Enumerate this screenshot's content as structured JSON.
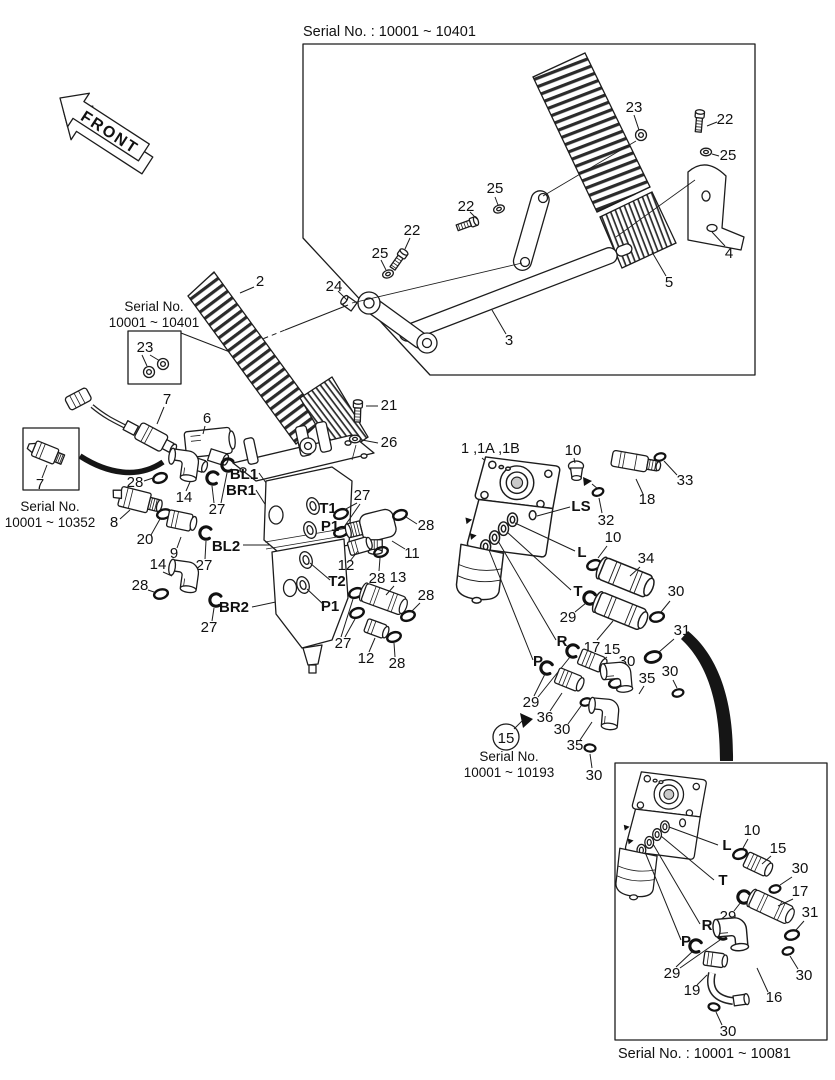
{
  "front_label": "FRONT",
  "assembly_label": "1 ,1A ,1B",
  "serials": {
    "top_box": "Serial No. : 10001 ~ 10401",
    "nut_box_line1": "Serial No.",
    "nut_box_line2": "10001 ~ 10401",
    "switch_box_line1": "Serial No.",
    "switch_box_line2": "10001 ~ 10352",
    "steering_note_line1": "Serial No.",
    "steering_note_line2": "10001 ~ 10193",
    "bottom_box": "Serial No. : 10001 ~ 10081"
  },
  "parts": {
    "2": "2",
    "3": "3",
    "4": "4",
    "5": "5",
    "6": "6",
    "7": "7",
    "8": "8",
    "9": "9",
    "10": "10",
    "11": "11",
    "12": "12",
    "13": "13",
    "14": "14",
    "15": "15",
    "16": "16",
    "17": "17",
    "18": "18",
    "19": "19",
    "20": "20",
    "21": "21",
    "22": "22",
    "23": "23",
    "24": "24",
    "25": "25",
    "26": "26",
    "27": "27",
    "28": "28",
    "29": "29",
    "30": "30",
    "31": "31",
    "32": "32",
    "33": "33",
    "34": "34",
    "35": "35",
    "36": "36"
  },
  "ports": {
    "BL1": "BL1",
    "BR1": "BR1",
    "BL2": "BL2",
    "BR2": "BR2",
    "T1": "T1",
    "P1": "P1",
    "T2": "T2",
    "LS": "LS",
    "L": "L",
    "T": "T",
    "R": "R",
    "P": "P"
  }
}
